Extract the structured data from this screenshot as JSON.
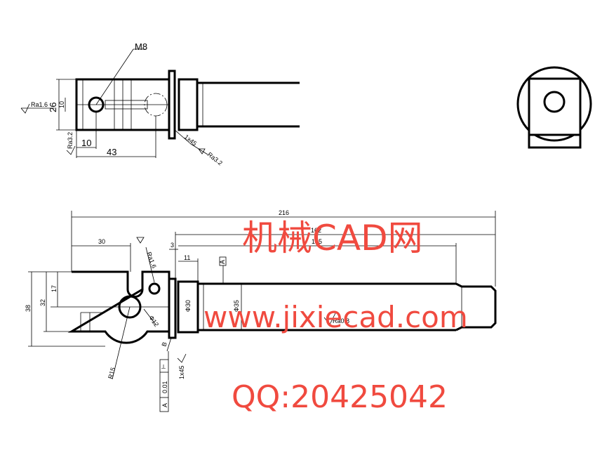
{
  "top_view": {
    "thread_label": "M8",
    "dim_height": "26",
    "dim_inner": "10",
    "dim_hole_offset": "10",
    "dim_length": "43",
    "rough_left": "Ra1.6",
    "rough_bottom": "Ra3.2",
    "rough_right": "Ra3.2",
    "chamfer": "1x45"
  },
  "main_view": {
    "dim_total": "216",
    "dim_162": "162",
    "dim_145": "145",
    "dim_30": "30",
    "dim_3": "3",
    "dim_11": "11",
    "dim_38": "38",
    "dim_32": "32",
    "dim_17": "17",
    "dim_r": "R15",
    "dim_d12": "Ф12",
    "dim_d30": "Ф30",
    "dim_d35": "Ф35",
    "datum": "A",
    "rough_main": "Ra1.6",
    "rough_shaft": "Ra0.8",
    "tolerance_frame": [
      "⟂",
      "0.01",
      "A"
    ],
    "chamfer": "1x45",
    "dim_b": "B"
  },
  "watermark": {
    "line1": "机械CAD网",
    "line2": "www.jixiecad.com",
    "line3": "QQ:20425042",
    "color": "#f04a3f"
  }
}
